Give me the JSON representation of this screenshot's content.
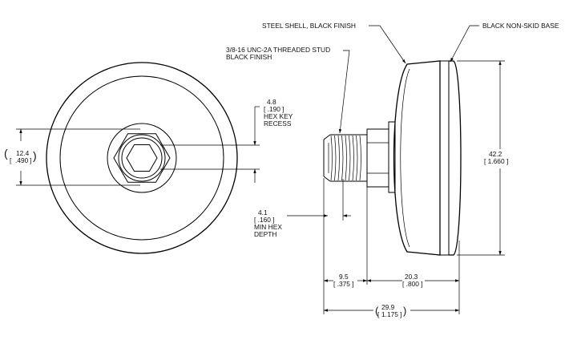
{
  "callouts": {
    "steel_shell": "STEEL SHELL, BLACK FINISH",
    "base": "BLACK NON-SKID BASE",
    "stud_line1": "3/8-16 UNC-2A THREADED STUD",
    "stud_line2": "BLACK FINISH",
    "hex_recess": {
      "mm": "4.8",
      "in": "[ .190 ]",
      "label1": "HEX KEY",
      "label2": "RECESS"
    },
    "min_hex": {
      "mm": "4.1",
      "in": "[ .160 ]",
      "label1": "MIN HEX",
      "label2": "DEPTH"
    }
  },
  "dimensions": {
    "hex_width": {
      "mm": "12.4",
      "in": ".490"
    },
    "diameter": {
      "mm": "42.2",
      "in": "[ 1.660 ]"
    },
    "stud_length": {
      "mm": "9.5",
      "in": "[ .375 ]"
    },
    "body_height": {
      "mm": "20.3",
      "in": "[ .800 ]"
    },
    "overall": {
      "mm": "29.9",
      "in": "1.175"
    }
  },
  "colors": {
    "line": "#000000",
    "background": "#ffffff"
  }
}
